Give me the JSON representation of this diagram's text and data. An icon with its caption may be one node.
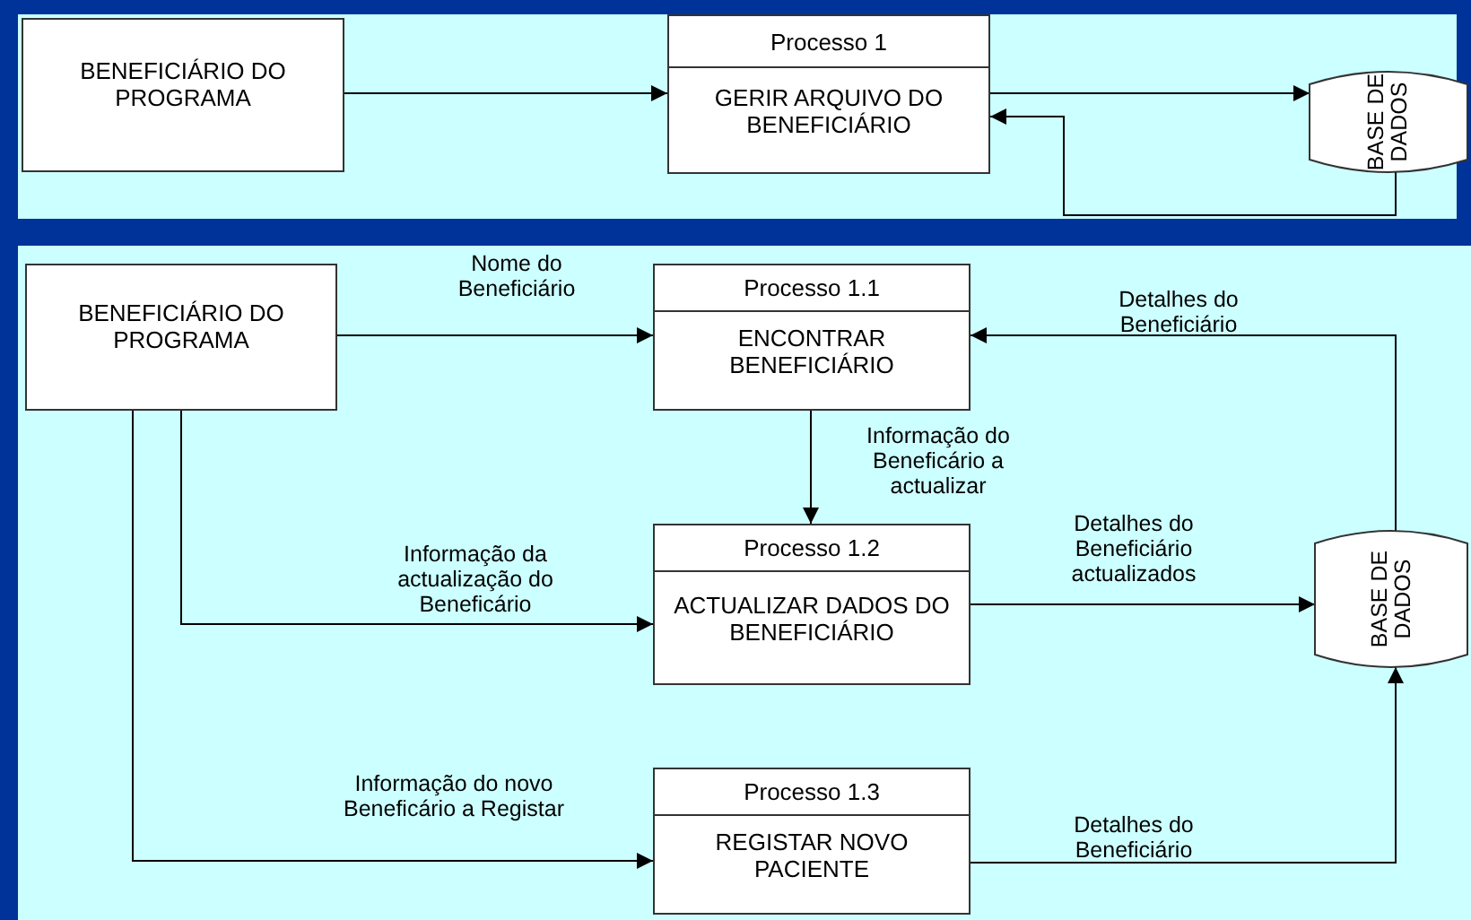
{
  "diagram": {
    "nodes": [
      {
        "text": [
          "BENEFICIÁRIO DO PROGRAMA"
        ]
      },
      {
        "text": [
          "Processo 1",
          "GERIR ARQUIVO DO BENEFICIÁRIO"
        ]
      },
      {
        "text": [
          "BASE DE DADOS"
        ]
      },
      {
        "text": [
          "BENEFICIÁRIO DO PROGRAMA"
        ]
      },
      {
        "text": [
          "Processo 1.1",
          "ENCONTRAR BENEFICIÁRIO"
        ]
      },
      {
        "text": [
          "Processo 1.2",
          "ACTUALIZAR DADOS DO BENEFICIÁRIO"
        ]
      },
      {
        "text": [
          "Processo 1.3",
          "REGISTAR NOVO PACIENTE"
        ]
      },
      {
        "text": [
          "BASE DE DADOS"
        ]
      }
    ],
    "edges": [
      {
        "from": 0,
        "to": 1,
        "arrow": "to"
      },
      {
        "from": 1,
        "to": 2,
        "arrow": "to"
      },
      {
        "from": 2,
        "to": 1,
        "arrow": "to"
      },
      {
        "from": 3,
        "to": 4,
        "arrow": "to",
        "label": "Nome do Beneficiário"
      },
      {
        "from": 7,
        "to": 4,
        "arrow": "to",
        "label": "Detalhes do Beneficiário"
      },
      {
        "from": 4,
        "to": 5,
        "arrow": "to",
        "label": "Informação do Beneficário a actualizar"
      },
      {
        "from": 3,
        "to": 5,
        "arrow": "to",
        "label": "Informação da actualização do Beneficário"
      },
      {
        "from": 3,
        "to": 6,
        "arrow": "to",
        "label": "Informação do novo Beneficário a Registar"
      },
      {
        "from": 5,
        "to": 7,
        "arrow": "to",
        "label": "Detalhes do Beneficiário actualizados"
      },
      {
        "from": 6,
        "to": 7,
        "arrow": "to",
        "label": "Detalhes do Beneficiário"
      }
    ]
  }
}
